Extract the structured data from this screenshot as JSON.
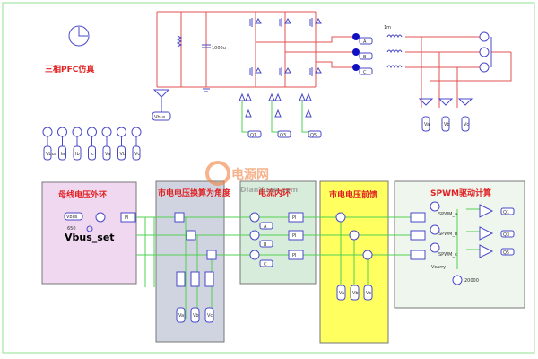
{
  "title": "三相PFC仿真",
  "watermark": {
    "cn": "电源网",
    "en": "DianYuan.com"
  },
  "power_stage": {
    "capacitor": "1000u",
    "inductor": "1m",
    "vbus_probe": "Vbus",
    "phase_labels": [
      "A",
      "B",
      "C"
    ],
    "gate_labels": [
      "Q1",
      "Q3",
      "Q5"
    ],
    "voltage_probes": [
      "Va",
      "Vb",
      "Vc"
    ]
  },
  "meters": [
    "Vbus",
    "Ia",
    "Ib",
    "Ic",
    "Va",
    "Vb",
    "Vc"
  ],
  "blocks": {
    "bus_loop": {
      "title": "母线电压外环",
      "input": "Vbus",
      "setpoint_value": "650",
      "setpoint_label": "Vbus_set",
      "pi": "PI"
    },
    "angle": {
      "title": "市电电压换算为角度",
      "inputs": [
        "Va",
        "Vb",
        "Vc"
      ]
    },
    "current_loop": {
      "title": "电流内环",
      "feedback": [
        "A",
        "B",
        "C"
      ],
      "pi": "PI"
    },
    "feedforward": {
      "title": "市电电压前馈",
      "inputs": [
        "Va",
        "Vb",
        "Vc"
      ]
    },
    "spwm": {
      "title": "SPWM驱动计算",
      "signals": [
        "SPWM_a",
        "SPWM_b",
        "SPWM_c"
      ],
      "carrier": "Vcarry",
      "carrier_freq": "20000",
      "outputs": [
        "Q1",
        "Q3",
        "Q5"
      ]
    }
  },
  "colors": {
    "wire_power": "#e05050",
    "wire_control": "#50d050",
    "component": "#4848c8",
    "title": "#e02020"
  }
}
